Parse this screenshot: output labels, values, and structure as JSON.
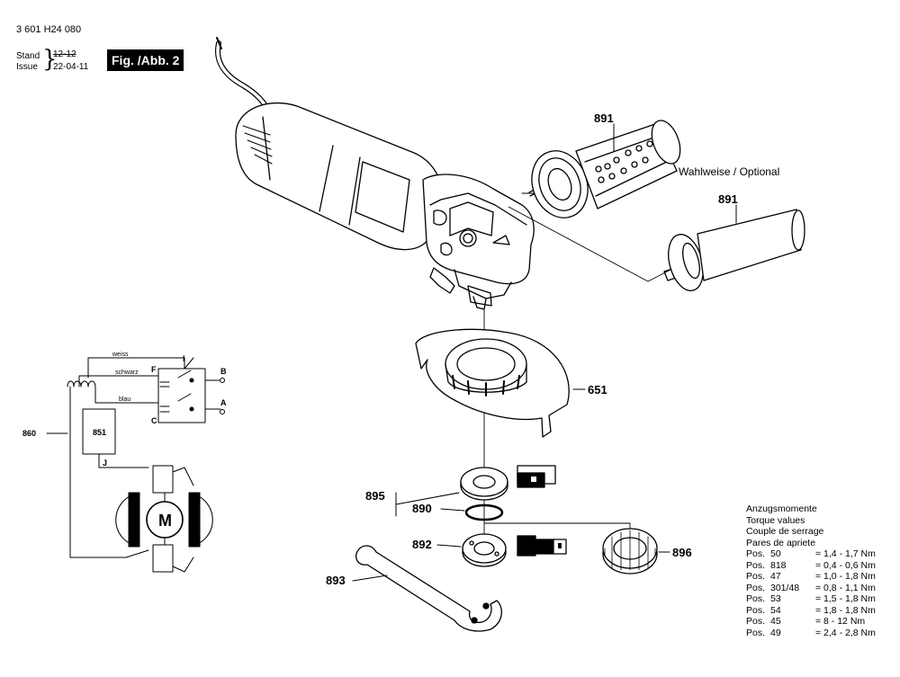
{
  "header": {
    "doc_number": "3 601 H24 080",
    "stand_label": "Stand",
    "issue_label": "Issue",
    "brace": "}",
    "stand_date": "12-12",
    "issue_date": "22-04-11",
    "figure_label": "Fig. /Abb. 2"
  },
  "optional_label": "Wahlweise / Optional",
  "callouts": {
    "c891a": "891",
    "c891b": "891",
    "c651": "651",
    "c895": "895",
    "c890": "890",
    "c892": "892",
    "c896": "896",
    "c893": "893"
  },
  "wiring": {
    "wire_weiss": "weiss",
    "wire_schwarz": "schwarz",
    "wire_blau": "blau",
    "term_I": "I",
    "term_F": "F",
    "term_B": "B",
    "term_A": "A",
    "term_C": "C",
    "term_J": "J",
    "part_860": "860",
    "part_851": "851",
    "motor": "M"
  },
  "torque": {
    "headings": [
      "Anzugsmomente",
      "Torque values",
      "Couple de serrage",
      "Pares de apriete"
    ],
    "rows": [
      {
        "pos": "Pos.",
        "num": "50",
        "value": "= 1,4 - 1,7 Nm"
      },
      {
        "pos": "Pos.",
        "num": "818",
        "value": "= 0,4 - 0,6 Nm"
      },
      {
        "pos": "Pos.",
        "num": "47",
        "value": "= 1,0 - 1,8 Nm"
      },
      {
        "pos": "Pos.",
        "num": "301/48",
        "value": "= 0,8 - 1,1 Nm"
      },
      {
        "pos": "Pos.",
        "num": "53",
        "value": "= 1,5 - 1,8 Nm"
      },
      {
        "pos": "Pos.",
        "num": "54",
        "value": "= 1,8 - 1,8 Nm"
      },
      {
        "pos": "Pos.",
        "num": "45",
        "value": "= 8 - 12 Nm"
      },
      {
        "pos": "Pos.",
        "num": "49",
        "value": "= 2,4 - 2,8 Nm"
      }
    ]
  }
}
